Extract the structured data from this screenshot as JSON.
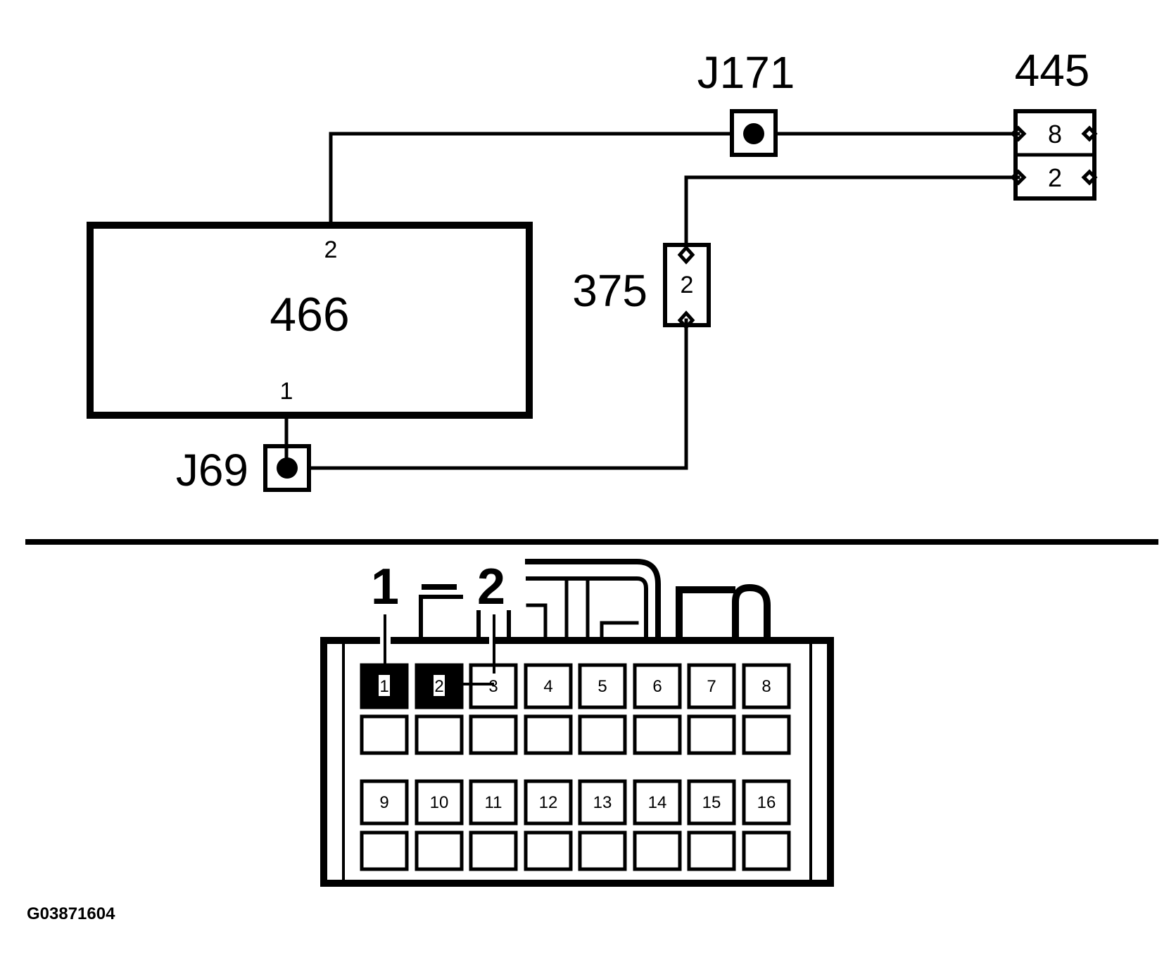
{
  "schematic": {
    "module": {
      "label": "466",
      "pin_top": "2",
      "pin_bottom": "1"
    },
    "splice_top": {
      "label": "J171"
    },
    "splice_bottom": {
      "label": "J69"
    },
    "inline_connector": {
      "label": "375",
      "pin": "2"
    },
    "connector_445": {
      "label": "445",
      "pin_upper": "8",
      "pin_lower": "2"
    }
  },
  "connector_view": {
    "callouts": [
      "1",
      "2"
    ],
    "top_row_pins": [
      "1",
      "2",
      "3",
      "4",
      "5",
      "6",
      "7",
      "8"
    ],
    "bottom_row_pins": [
      "9",
      "10",
      "11",
      "12",
      "13",
      "14",
      "15",
      "16"
    ],
    "highlighted_pins": [
      "1",
      "2"
    ]
  },
  "figure_id": "G03871604",
  "colors": {
    "ink": "#000000",
    "paper": "#ffffff"
  }
}
